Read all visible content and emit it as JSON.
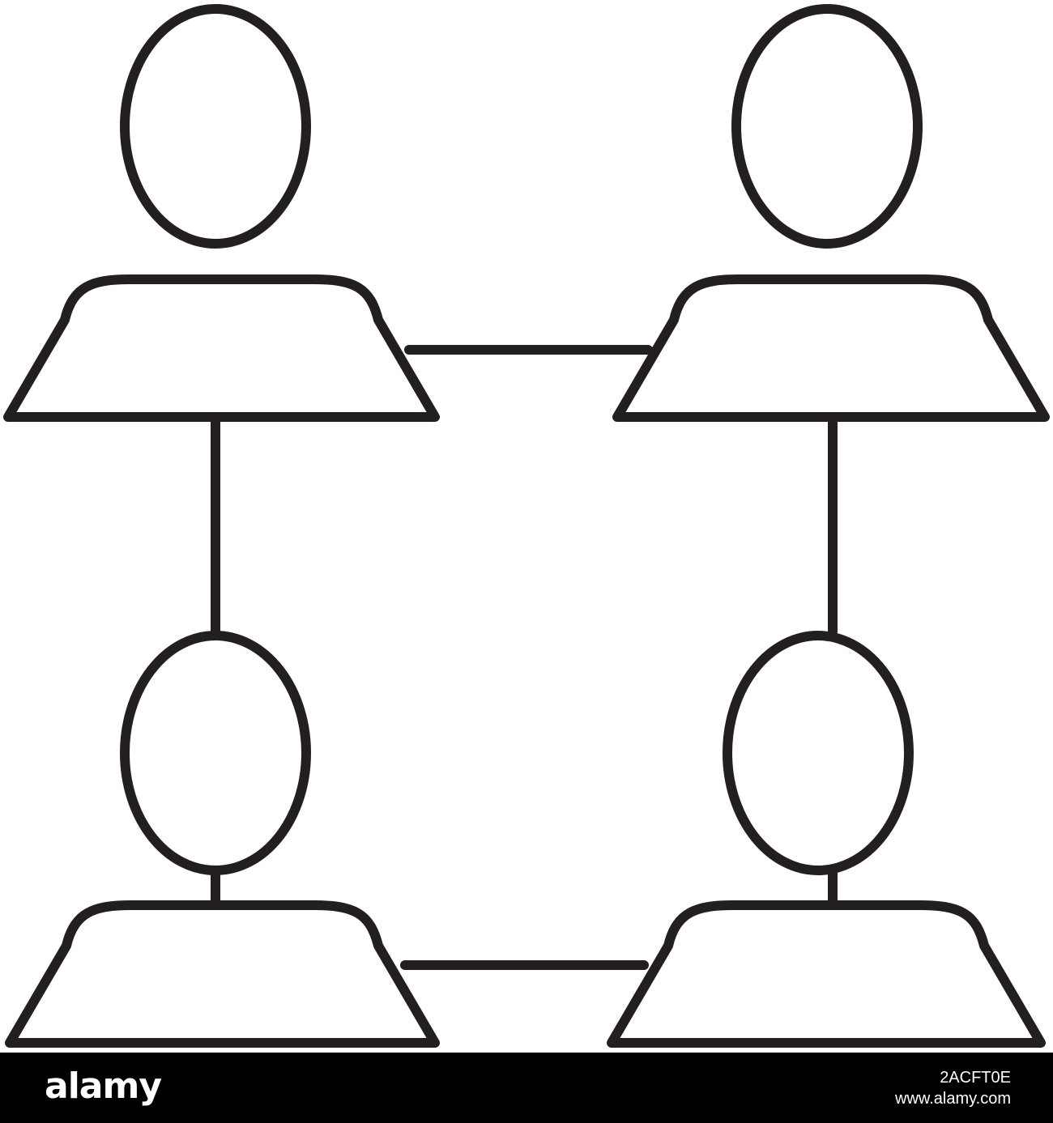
{
  "diagram": {
    "stroke_color": "#231f20",
    "background_color": "#ffffff",
    "icon": "people-network-icon",
    "people": [
      {
        "id": "person-top-left"
      },
      {
        "id": "person-top-right"
      },
      {
        "id": "person-bottom-left"
      },
      {
        "id": "person-bottom-right"
      }
    ],
    "connections": [
      {
        "from": "person-top-left",
        "to": "person-top-right"
      },
      {
        "from": "person-top-left",
        "to": "person-bottom-left"
      },
      {
        "from": "person-top-right",
        "to": "person-bottom-right"
      },
      {
        "from": "person-bottom-left",
        "to": "person-bottom-right"
      }
    ]
  },
  "watermark": {
    "logo": "alamy",
    "image_id": "2ACFT0E",
    "site": "www.alamy.com",
    "bar_color": "#000000"
  }
}
